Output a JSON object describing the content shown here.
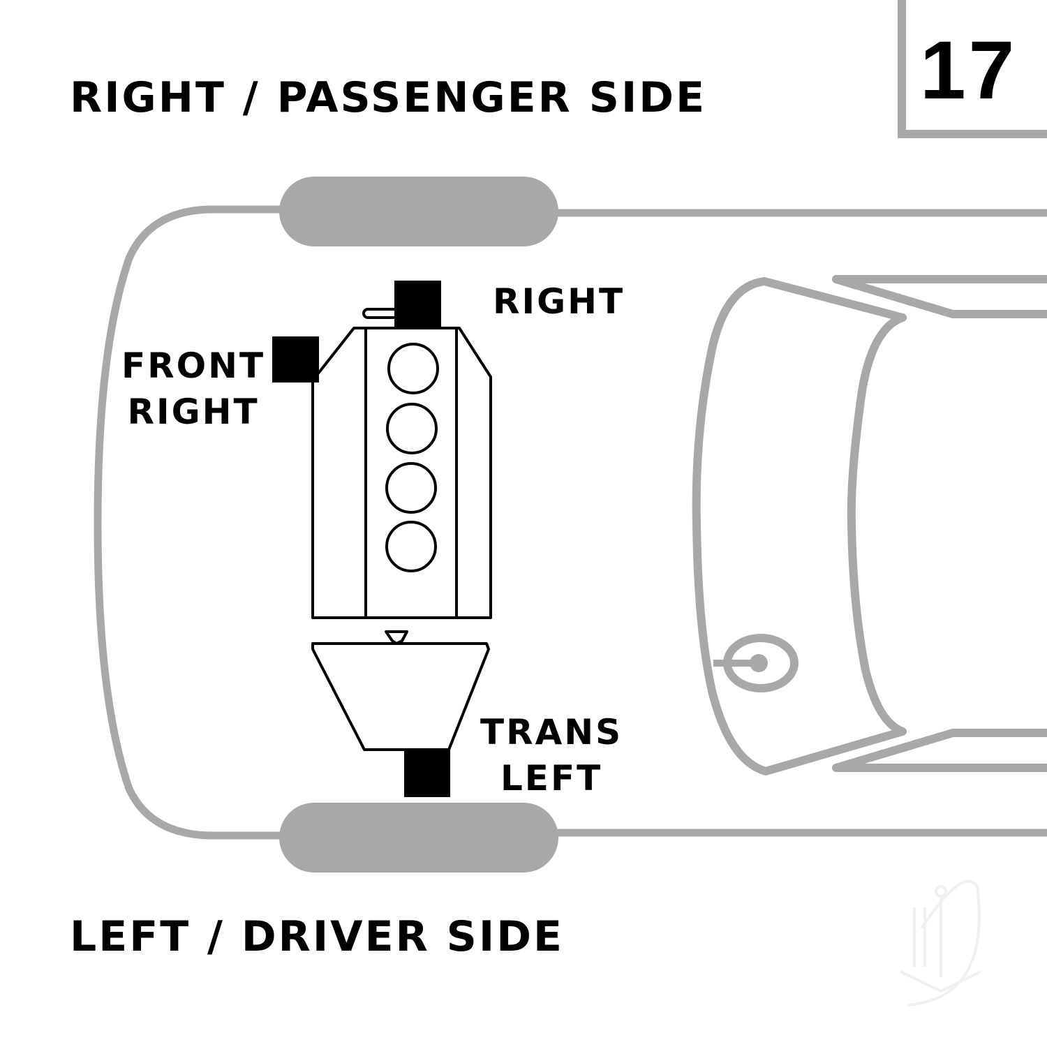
{
  "figure": {
    "diagram_number": "17",
    "top_side_label": "RIGHT / PASSENGER SIDE",
    "bottom_side_label": "LEFT / DRIVER SIDE"
  },
  "mounts": [
    {
      "id": "right",
      "lines": [
        "RIGHT"
      ]
    },
    {
      "id": "front-right",
      "lines": [
        "FRONT",
        "RIGHT"
      ]
    },
    {
      "id": "trans-left",
      "lines": [
        "TRANS",
        "LEFT"
      ]
    }
  ],
  "engine": {
    "cylinders": 4
  },
  "colors": {
    "outline_gray": "#a8a8a8",
    "mount_black": "#000000",
    "engine_line": "#000000",
    "watermark": "#f2f2f2"
  }
}
